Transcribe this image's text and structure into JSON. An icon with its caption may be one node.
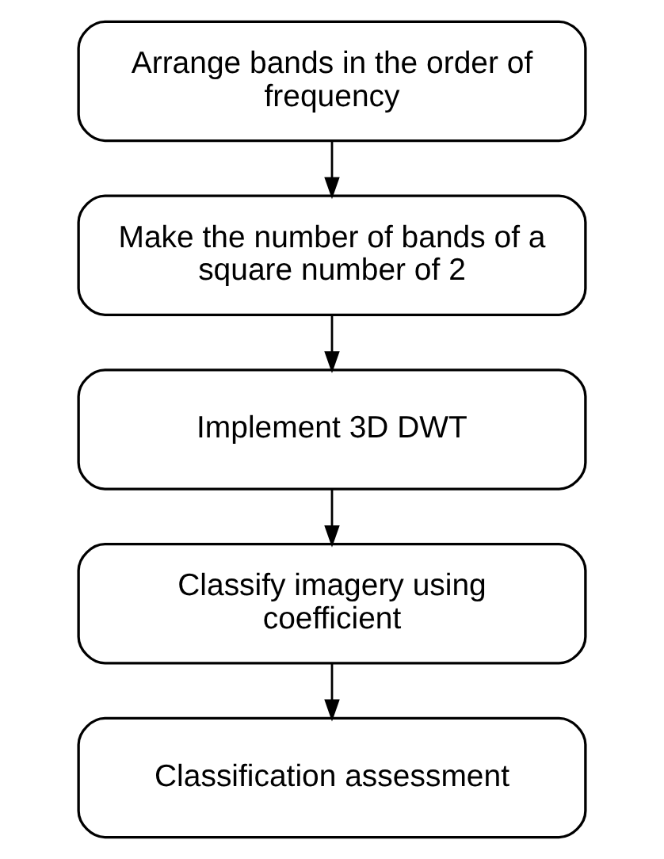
{
  "diagram": {
    "nodes": [
      {
        "text": [
          "Arrange bands in the order of frequency"
        ]
      },
      {
        "text": [
          "Make the number of bands of a square number of 2"
        ]
      },
      {
        "text": [
          "Implement 3D DWT"
        ]
      },
      {
        "text": [
          "Classify imagery using coefficient"
        ]
      },
      {
        "text": [
          "Classification assessment"
        ]
      }
    ],
    "edges": [
      {
        "from": 0,
        "to": 1,
        "arrow": "to"
      },
      {
        "from": 1,
        "to": 2,
        "arrow": "to"
      },
      {
        "from": 2,
        "to": 3,
        "arrow": "to"
      },
      {
        "from": 3,
        "to": 4,
        "arrow": "to"
      }
    ]
  }
}
